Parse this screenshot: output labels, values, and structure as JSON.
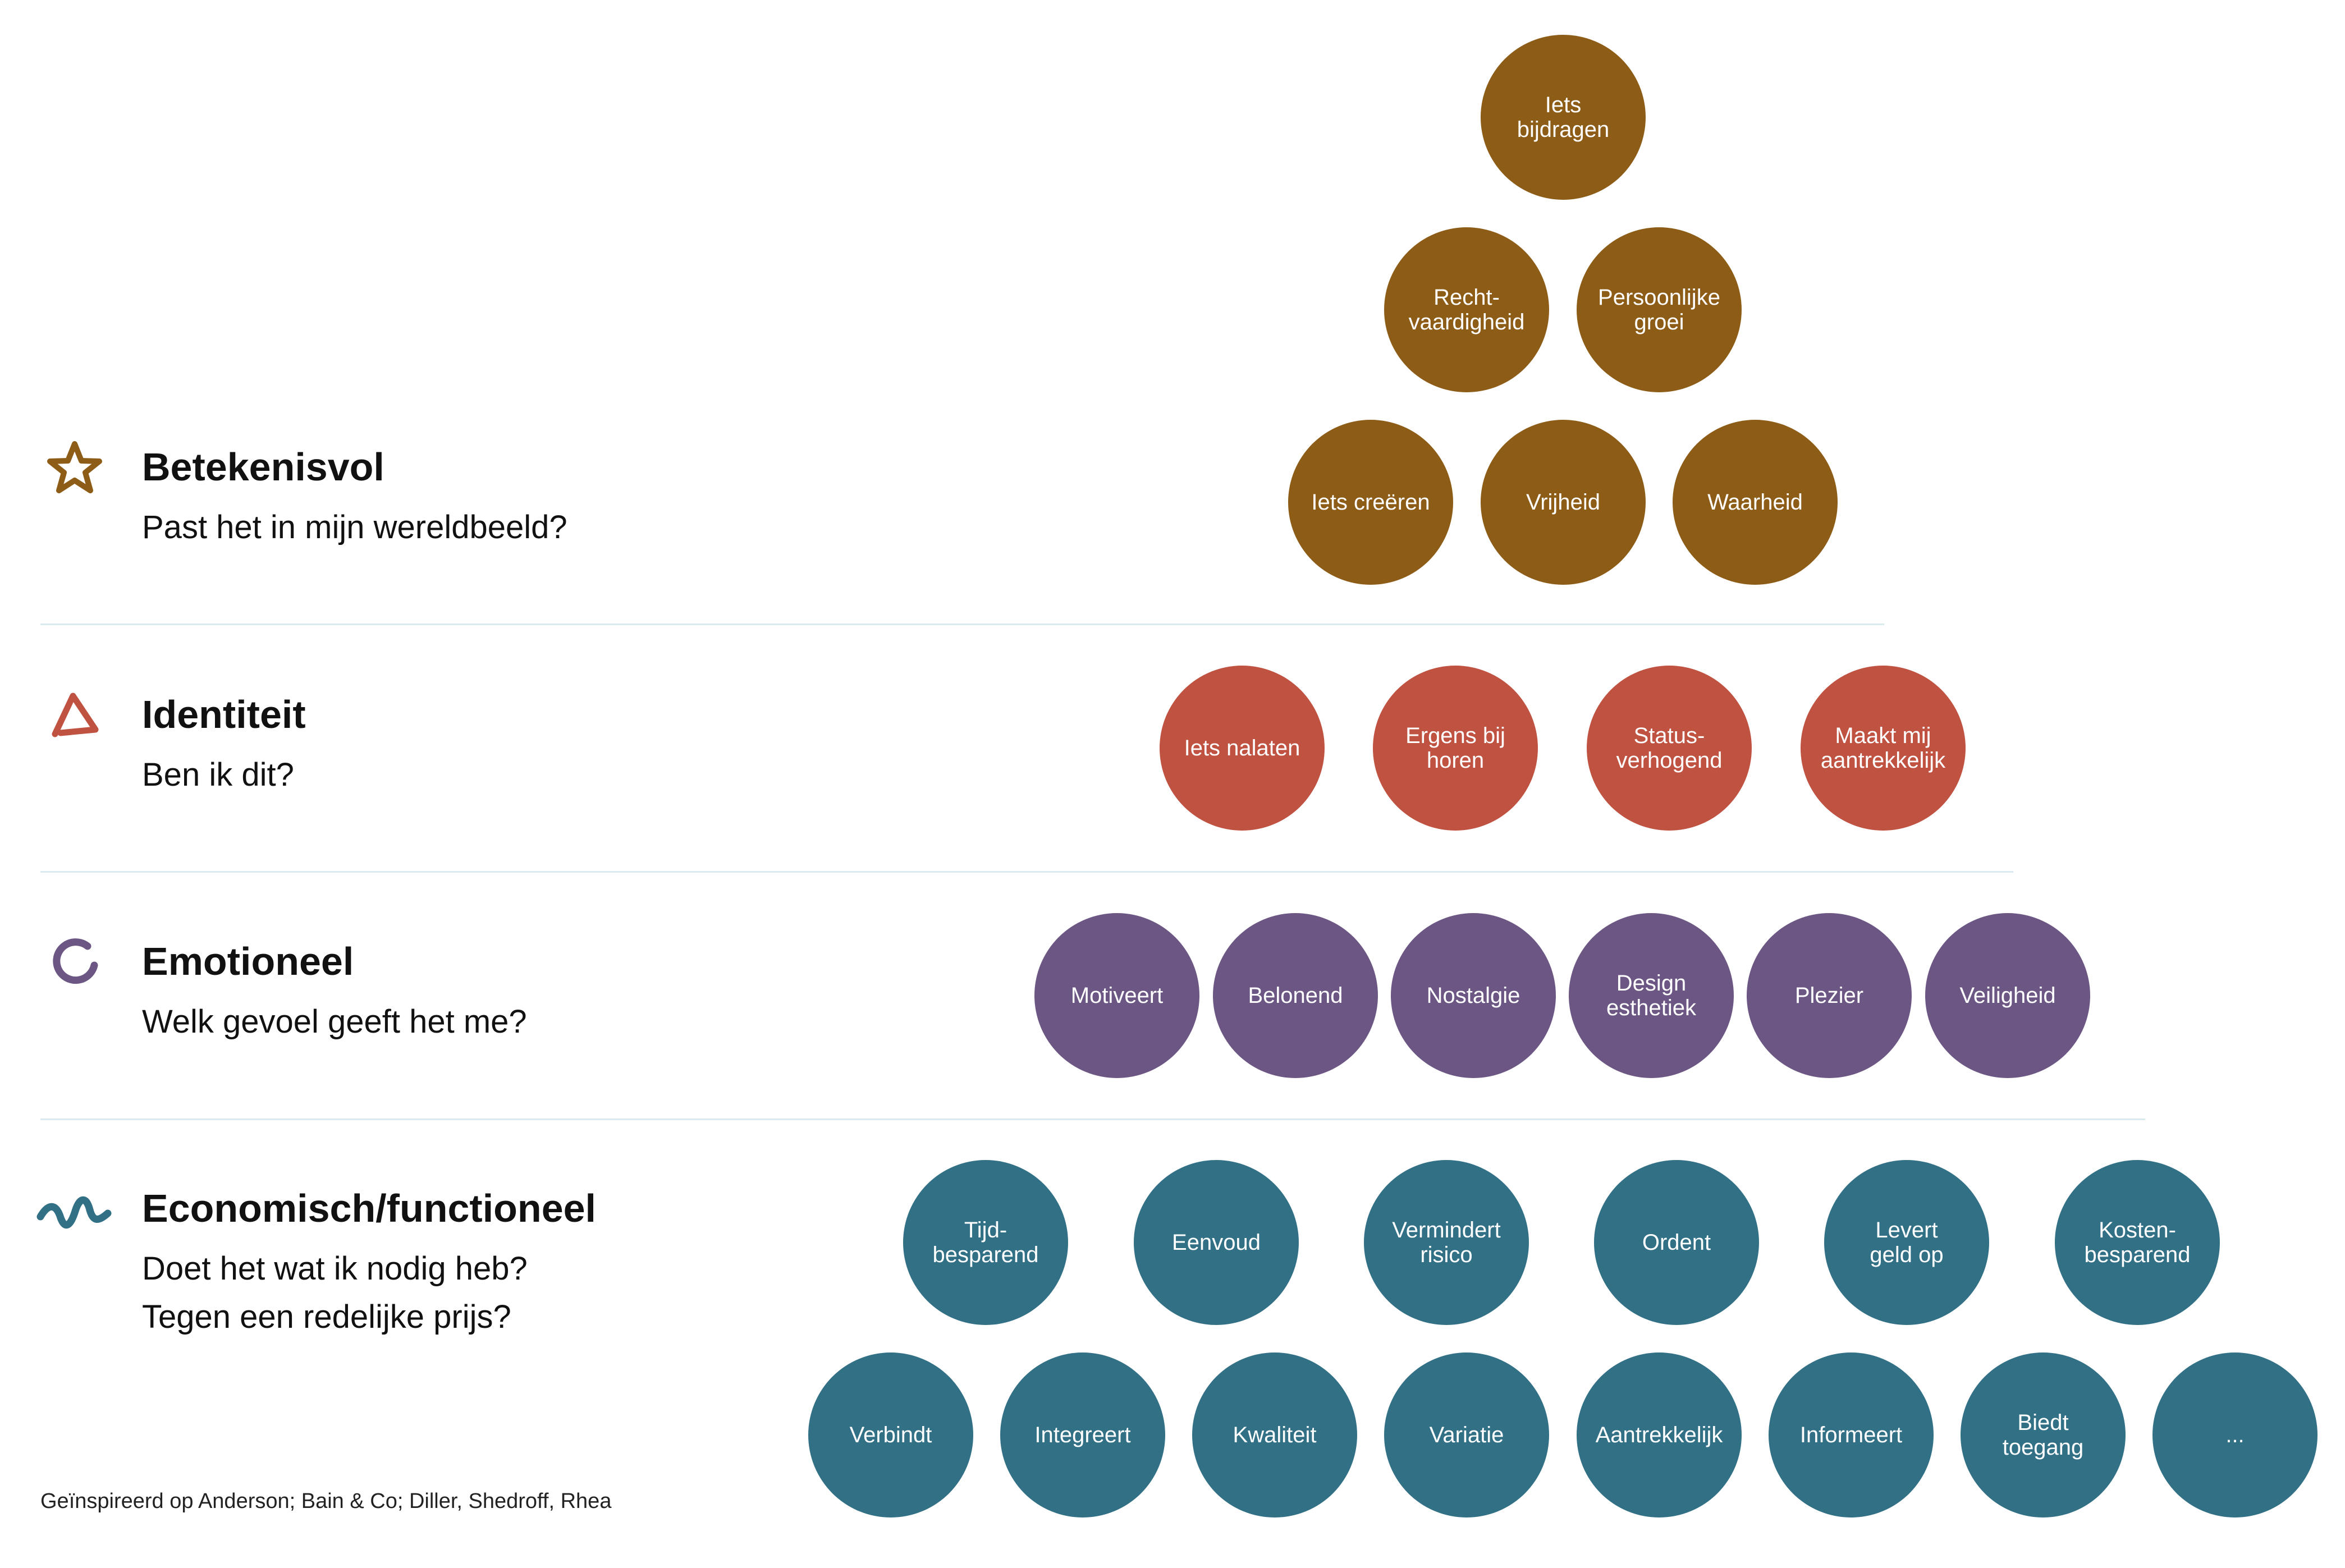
{
  "colors": {
    "betekenisvol": "#8d5c17",
    "identiteit": "#c05241",
    "emotioneel": "#6c5784",
    "economisch": "#327086",
    "divider": "#d9ebee"
  },
  "sections": [
    {
      "id": "betekenisvol",
      "icon": "star-icon",
      "title": "Betekenisvol",
      "questions": [
        "Past het in mijn wereldbeeld?"
      ],
      "rows": [
        [
          "Iets\nbijdragen"
        ],
        [
          "Recht-\nvaardigheid",
          "Persoonlijke\ngroei"
        ],
        [
          "Iets creëren",
          "Vrijheid",
          "Waarheid"
        ]
      ]
    },
    {
      "id": "identiteit",
      "icon": "triangle-icon",
      "title": "Identiteit",
      "questions": [
        "Ben ik dit?"
      ],
      "rows": [
        [
          "Iets nalaten",
          "Ergens bij\nhoren",
          "Status-\nverhogend",
          "Maakt mij\naantrekkelijk"
        ]
      ]
    },
    {
      "id": "emotioneel",
      "icon": "circle-icon",
      "title": "Emotioneel",
      "questions": [
        "Welk gevoel geeft het me?"
      ],
      "rows": [
        [
          "Motiveert",
          "Belonend",
          "Nostalgie",
          "Design\nesthetiek",
          "Plezier",
          "Veiligheid"
        ]
      ]
    },
    {
      "id": "economisch",
      "icon": "wave-icon",
      "title": "Economisch/functioneel",
      "questions": [
        "Doet het wat ik nodig heb?",
        "Tegen een redelijke prijs?"
      ],
      "rows": [
        [
          "Tijd-\nbesparend",
          "Eenvoud",
          "Vermindert\nrisico",
          "Ordent",
          "Levert\ngeld op",
          "Kosten-\nbesparend"
        ],
        [
          "Verbindt",
          "Integreert",
          "Kwaliteit",
          "Variatie",
          "Aantrekkelijk",
          "Informeert",
          "Biedt\ntoegang",
          "..."
        ]
      ]
    }
  ],
  "credit": "Geïnspireerd op Anderson; Bain & Co; Diller, Shedroff, Rhea"
}
